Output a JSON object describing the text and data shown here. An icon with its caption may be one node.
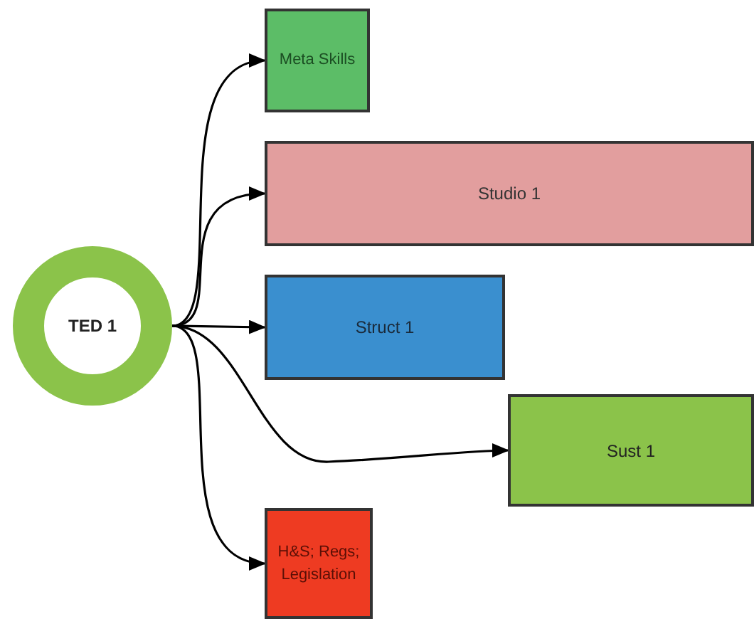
{
  "diagram": {
    "nodes": [
      {
        "text": [
          "TED 1"
        ]
      },
      {
        "text": [
          "Meta Skills"
        ]
      },
      {
        "text": [
          "Studio 1"
        ]
      },
      {
        "text": [
          "Struct 1"
        ]
      },
      {
        "text": [
          "Sust 1"
        ]
      },
      {
        "text": [
          "H&S; Regs; Legislation"
        ]
      }
    ],
    "edges": [
      {
        "from": 0,
        "to": 1,
        "arrow": "to"
      },
      {
        "from": 0,
        "to": 2,
        "arrow": "to"
      },
      {
        "from": 0,
        "to": 3,
        "arrow": "to"
      },
      {
        "from": 0,
        "to": 4,
        "arrow": "to"
      },
      {
        "from": 0,
        "to": 5,
        "arrow": "to"
      }
    ]
  }
}
